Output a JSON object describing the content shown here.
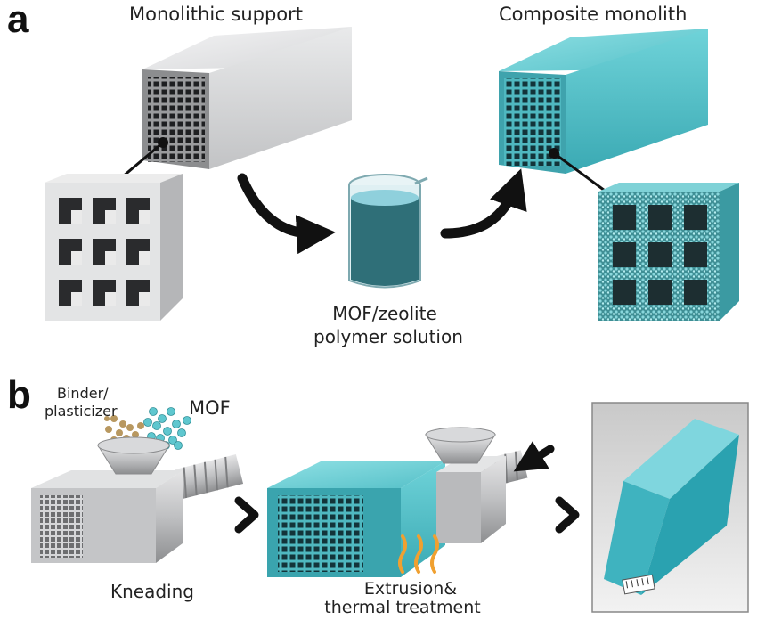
{
  "panel_a": {
    "letter": "a",
    "support_label": "Monolithic support",
    "composite_label": "Composite monolith",
    "solution_label_line1": "MOF/zeolite",
    "solution_label_line2": "polymer solution"
  },
  "panel_b": {
    "letter": "b",
    "binder_label_line1": "Binder/",
    "binder_label_line2": "plasticizer",
    "mof_label": "MOF",
    "kneading_label": "Kneading",
    "extrusion_label_line1": "Extrusion&",
    "extrusion_label_line2": "thermal treatment"
  },
  "colors": {
    "support_gray": "#d9dadc",
    "composite_cyan": "#5fc7cf",
    "liquid_blue": "#8fd0dc",
    "binder_tan": "#b89860",
    "heat_orange": "#f0a030",
    "arrow_black": "#111111"
  },
  "icons": [
    "curved-arrow-icon",
    "chevron-right-icon",
    "heat-waves-icon",
    "pointer-arrow-icon",
    "beaker-icon"
  ]
}
